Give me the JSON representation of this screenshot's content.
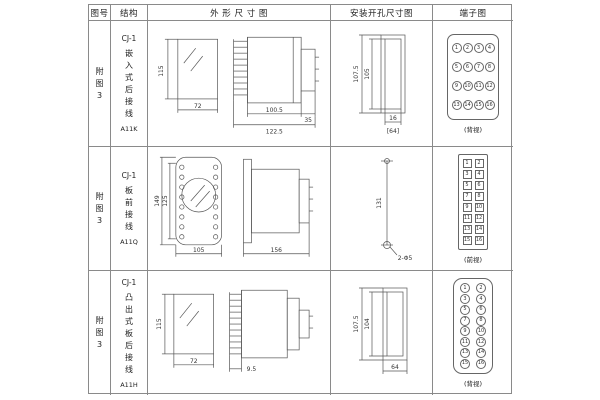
{
  "header": {
    "fig_no": "图号",
    "structure": "结构",
    "outline": "外 形 尺 寸 图",
    "mounting": "安装开孔尺寸图",
    "terminal": "端子图"
  },
  "rows": [
    {
      "fig": "附图3",
      "model": "CJ-1",
      "desc": "嵌入式后接线",
      "code": "A11K",
      "outline": {
        "dim_h": "115",
        "dim_w": "72",
        "dim_body": "100.5",
        "dim_tail": "35",
        "dim_total": "122.5"
      },
      "mounting": {
        "dim_h1": "107.5",
        "dim_h2": "105",
        "dim_w1": "16",
        "dim_w2": "[64]"
      },
      "terminal": {
        "view": "(背视)",
        "numbers": [
          "1",
          "2",
          "3",
          "4",
          "5",
          "6",
          "7",
          "8",
          "9",
          "10",
          "11",
          "12",
          "13",
          "14",
          "15",
          "16"
        ]
      }
    },
    {
      "fig": "附图3",
      "model": "CJ-1",
      "desc": "板前接线",
      "code": "A11Q",
      "outline": {
        "dim_h1": "149",
        "dim_h2": "125",
        "dim_w": "105",
        "dim_side": "156"
      },
      "mounting": {
        "dim_h": "131",
        "holes": "2-Φ5"
      },
      "terminal": {
        "view": "(前视)",
        "numbers": [
          "1",
          "2",
          "3",
          "4",
          "5",
          "6",
          "7",
          "8",
          "9",
          "10",
          "11",
          "12",
          "13",
          "14",
          "15",
          "16"
        ]
      }
    },
    {
      "fig": "附图3",
      "model": "CJ-1",
      "desc": "凸出式板后接线",
      "code": "A11H",
      "outline": {
        "dim_h": "115",
        "dim_w": "72",
        "dim_rib": "9.5"
      },
      "mounting": {
        "dim_h1": "107.5",
        "dim_h2": "104",
        "dim_w": "64"
      },
      "terminal": {
        "view": "(背视)",
        "numbers": [
          "1",
          "2",
          "3",
          "4",
          "5",
          "6",
          "7",
          "8",
          "9",
          "10",
          "11",
          "12",
          "13",
          "14",
          "15",
          "16"
        ]
      }
    }
  ]
}
